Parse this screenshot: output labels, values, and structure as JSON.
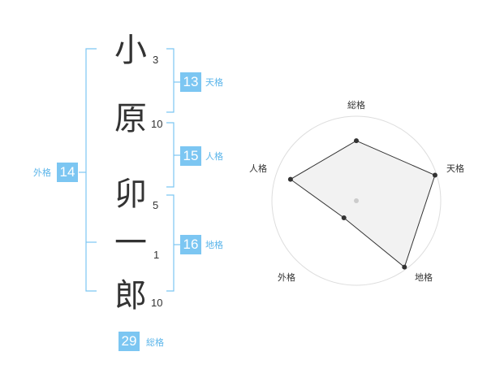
{
  "name": {
    "chars": [
      {
        "char": "小",
        "strokes": "3"
      },
      {
        "char": "原",
        "strokes": "10"
      },
      {
        "char": "卯",
        "strokes": "5"
      },
      {
        "char": "一",
        "strokes": "1"
      },
      {
        "char": "郎",
        "strokes": "10"
      }
    ]
  },
  "fortunes": {
    "tenkaku": {
      "value": "13",
      "label": "天格"
    },
    "jinkaku": {
      "value": "15",
      "label": "人格"
    },
    "chikaku": {
      "value": "16",
      "label": "地格"
    },
    "gaikaku": {
      "value": "14",
      "label": "外格"
    },
    "soukaku": {
      "value": "29",
      "label": "総格"
    }
  },
  "colors": {
    "accent": "#7cc6f2",
    "accent_text": "#5bb5ea",
    "text": "#333333",
    "ring": "#dddddd",
    "polygon_fill": "#eeeeee"
  },
  "chart_data": {
    "type": "radar",
    "axes": [
      "総格",
      "天格",
      "地格",
      "外格",
      "人格"
    ],
    "values": [
      0.71,
      0.98,
      0.97,
      0.25,
      0.82
    ],
    "rings": 5
  }
}
